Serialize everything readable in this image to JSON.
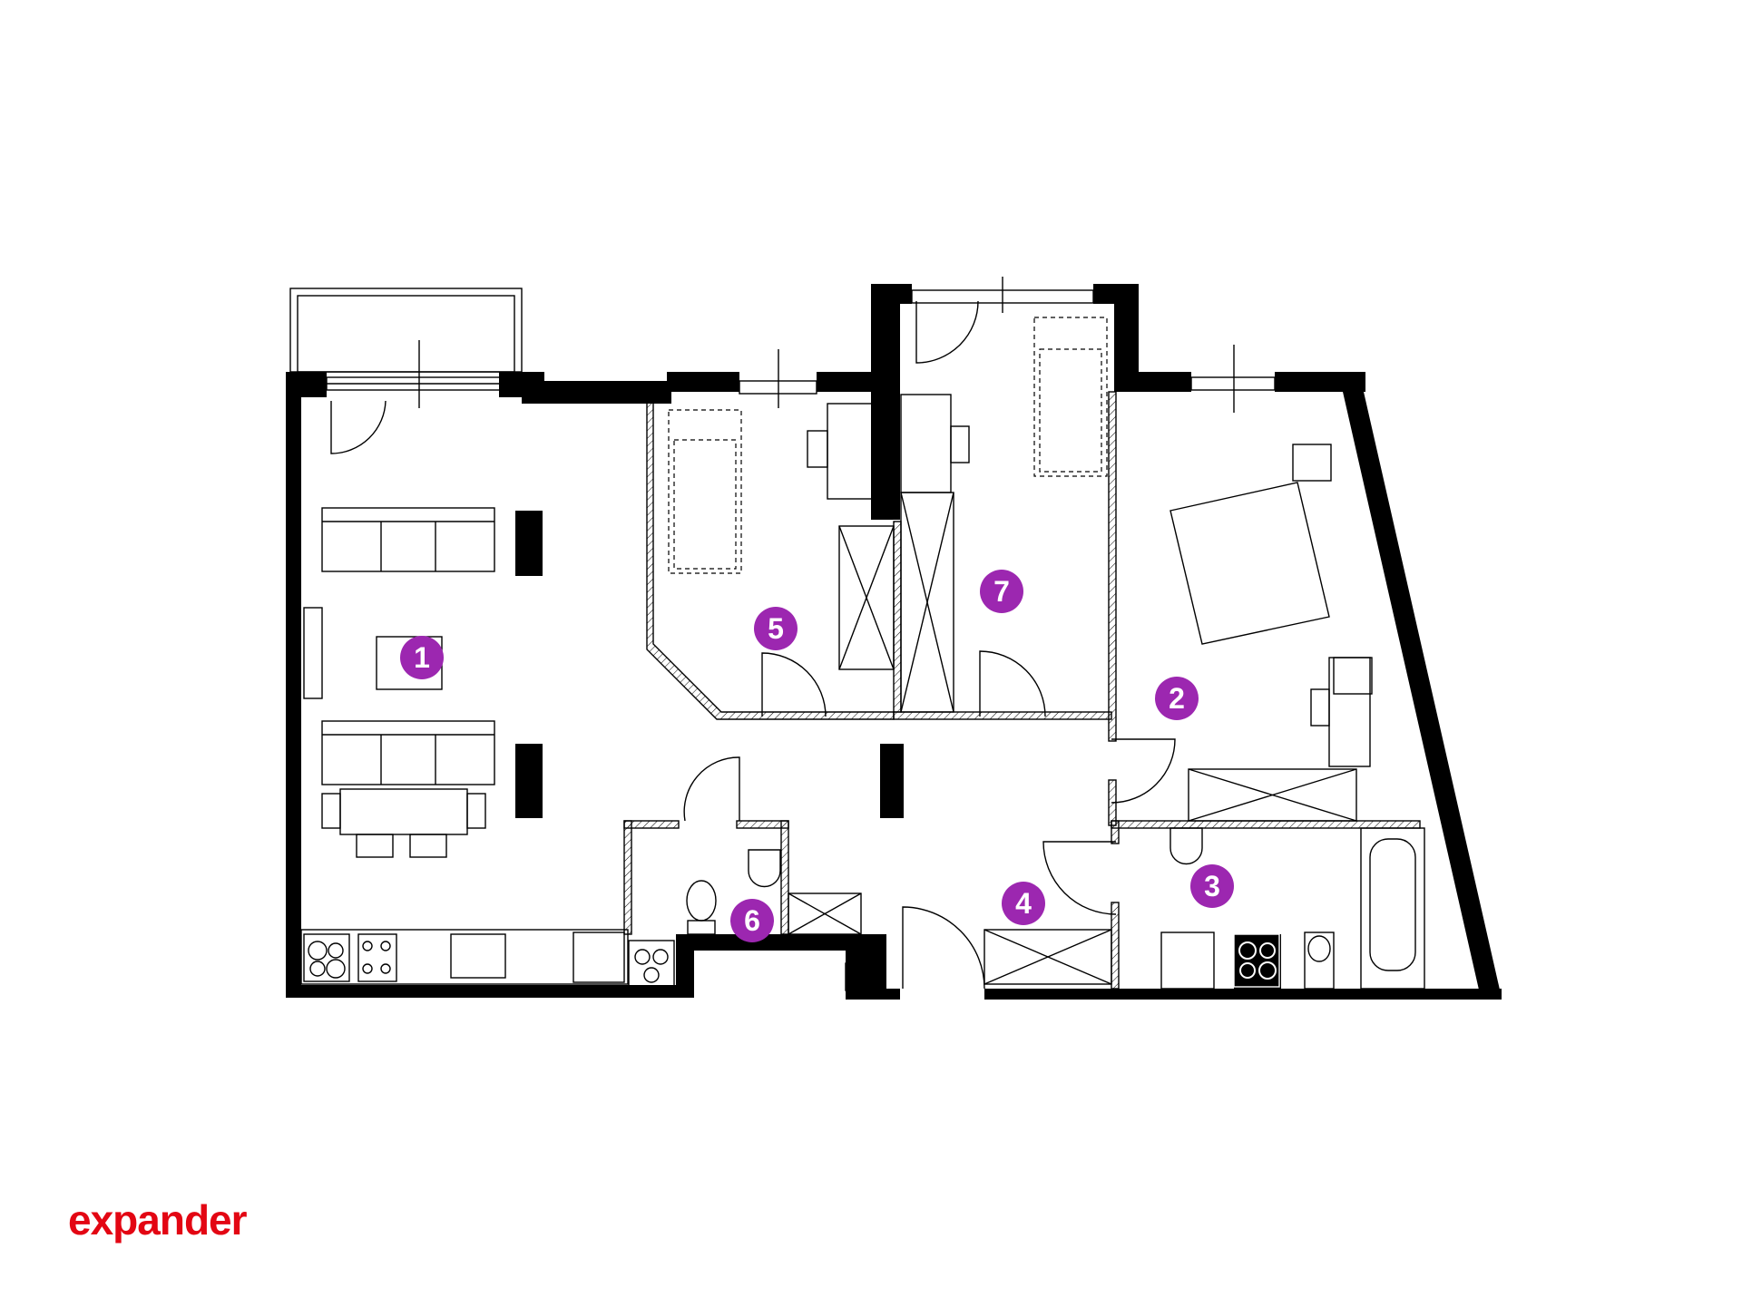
{
  "colors": {
    "wall": "#000000",
    "marker": "#9c27b0",
    "marker_text": "#ffffff",
    "brand": "#e30613",
    "brand_accent": "#f7b500"
  },
  "rooms": [
    {
      "id": "1",
      "label": "1"
    },
    {
      "id": "2",
      "label": "2"
    },
    {
      "id": "3",
      "label": "3"
    },
    {
      "id": "4",
      "label": "4"
    },
    {
      "id": "5",
      "label": "5"
    },
    {
      "id": "6",
      "label": "6"
    },
    {
      "id": "7",
      "label": "7"
    }
  ],
  "logo": {
    "text": "expander"
  }
}
